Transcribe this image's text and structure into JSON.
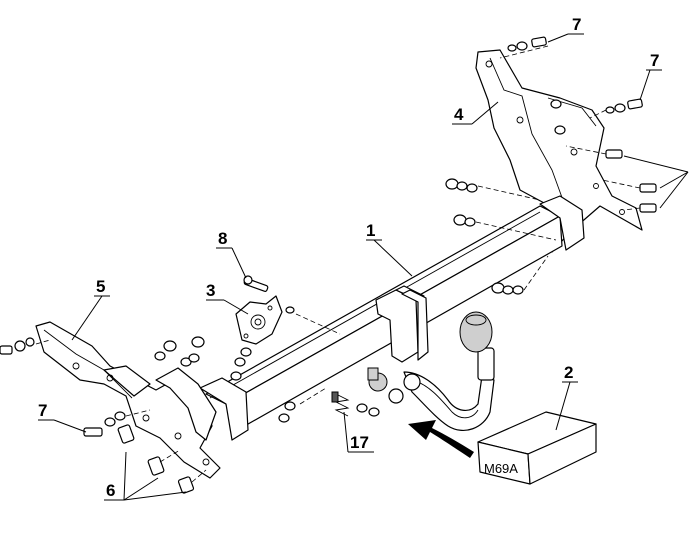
{
  "callouts": {
    "c1": "1",
    "c2": "2",
    "c3": "3",
    "c4": "4",
    "c5": "5",
    "c6": "6",
    "c7a": "7",
    "c7b": "7",
    "c7c": "7",
    "c8": "8",
    "c17": "17"
  },
  "kit_box_label": "M69A"
}
